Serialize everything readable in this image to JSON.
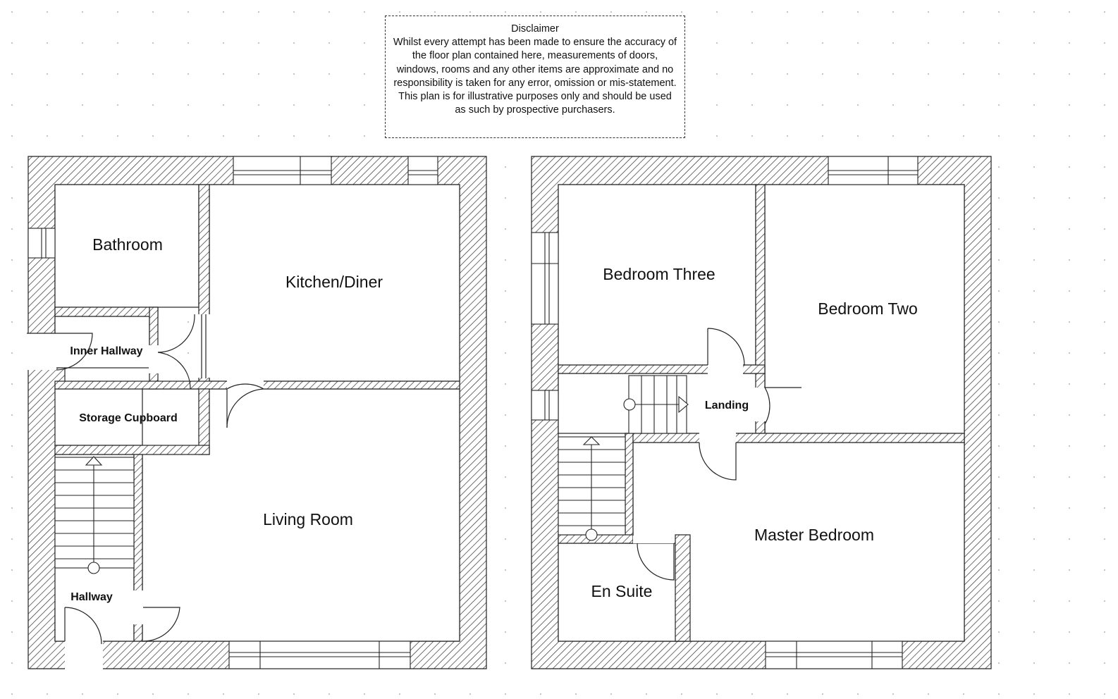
{
  "disclaimer": {
    "title": "Disclaimer",
    "text": "Whilst every attempt has been made to ensure the accuracy of the floor plan contained here, measurements of doors, windows, rooms and any other items are approximate and no responsibility is taken for any error, omission or mis-statement. This plan is for illustrative purposes only and should be used as such by prospective purchasers."
  },
  "ground_floor": {
    "rooms": {
      "bathroom": "Bathroom",
      "kitchen_diner": "Kitchen/Diner",
      "inner_hallway": "Inner Hallway",
      "storage_cupboard": "Storage Cupboard",
      "living_room": "Living Room",
      "hallway": "Hallway"
    }
  },
  "first_floor": {
    "rooms": {
      "bedroom_three": "Bedroom Three",
      "bedroom_two": "Bedroom Two",
      "landing": "Landing",
      "master_bedroom": "Master Bedroom",
      "en_suite": "En Suite"
    }
  }
}
